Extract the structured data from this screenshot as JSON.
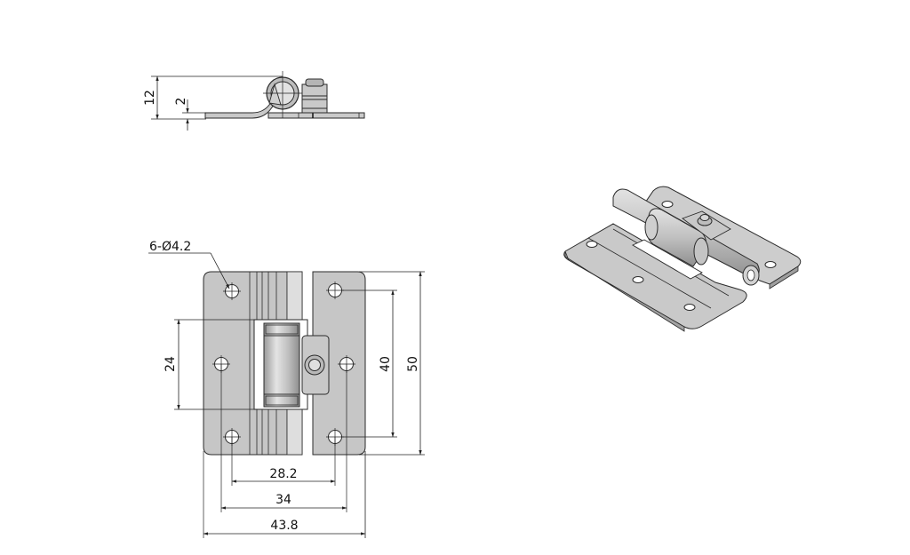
{
  "drawing": {
    "subject": "Hinge technical drawing",
    "views": [
      "side-view",
      "front-view",
      "isometric-view"
    ],
    "colors": {
      "part_fill": "#c4c4c4",
      "part_fill_light": "#d8d8d8",
      "part_stroke": "#2b2b2b",
      "dimension_line": "#222222",
      "background": "#ffffff"
    }
  },
  "side_view": {
    "dimensions": {
      "overall_height": "12",
      "plate_thickness": "2"
    }
  },
  "front_view": {
    "hole_callout": "6-Ø4.2",
    "hole_callout_prefix": "6-",
    "hole_callout_symbol": "Ø",
    "hole_callout_value": "4.2",
    "dimensions": {
      "knuckle_height": "24",
      "outer_hole_span_vertical": "40",
      "overall_height": "50",
      "hole_span_outer_horizontal": "28.2",
      "hole_span_inner_horizontal": "34",
      "overall_width": "43.8"
    }
  }
}
